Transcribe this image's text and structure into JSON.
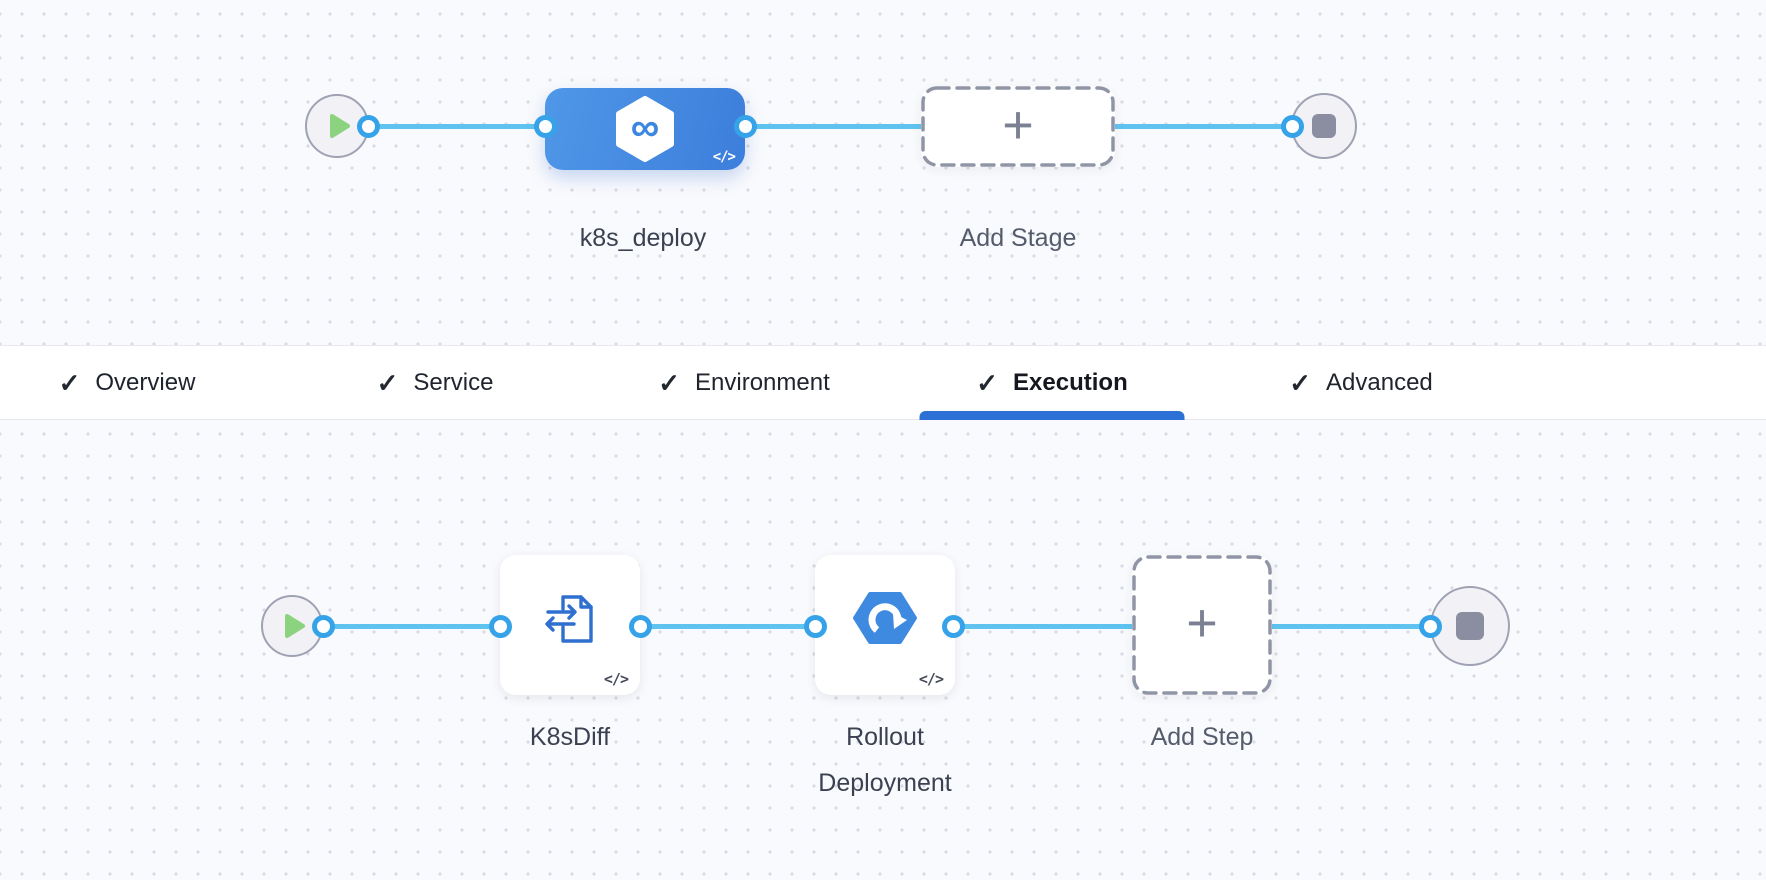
{
  "stage_graph": {
    "stage_name": "k8s_deploy",
    "add_stage_label": "Add Stage"
  },
  "tab_bar": {
    "active_tab": "Execution",
    "tabs": [
      {
        "label": "Overview",
        "checked": true
      },
      {
        "label": "Service",
        "checked": true
      },
      {
        "label": "Environment",
        "checked": true
      },
      {
        "label": "Execution",
        "checked": true
      },
      {
        "label": "Advanced",
        "checked": true
      }
    ]
  },
  "step_graph": {
    "steps": [
      {
        "name": "K8sDiff"
      },
      {
        "name": "Rollout Deployment"
      }
    ],
    "add_step_label": "Add Step"
  },
  "icons": {
    "check": "✓",
    "plus": "+",
    "code": "</>",
    "infinity": "∞",
    "play": "play-triangle",
    "stop": "stop-square"
  },
  "colors": {
    "stage_node_blue": "#3c7edb",
    "connector_blue": "#5fc3f0",
    "port_ring_blue": "#36a3e9",
    "tab_underline_blue": "#2d70d6",
    "play_green": "#8bd37e",
    "stop_gray": "#8b8ea1",
    "icon_blue": "#2e6fd0"
  }
}
